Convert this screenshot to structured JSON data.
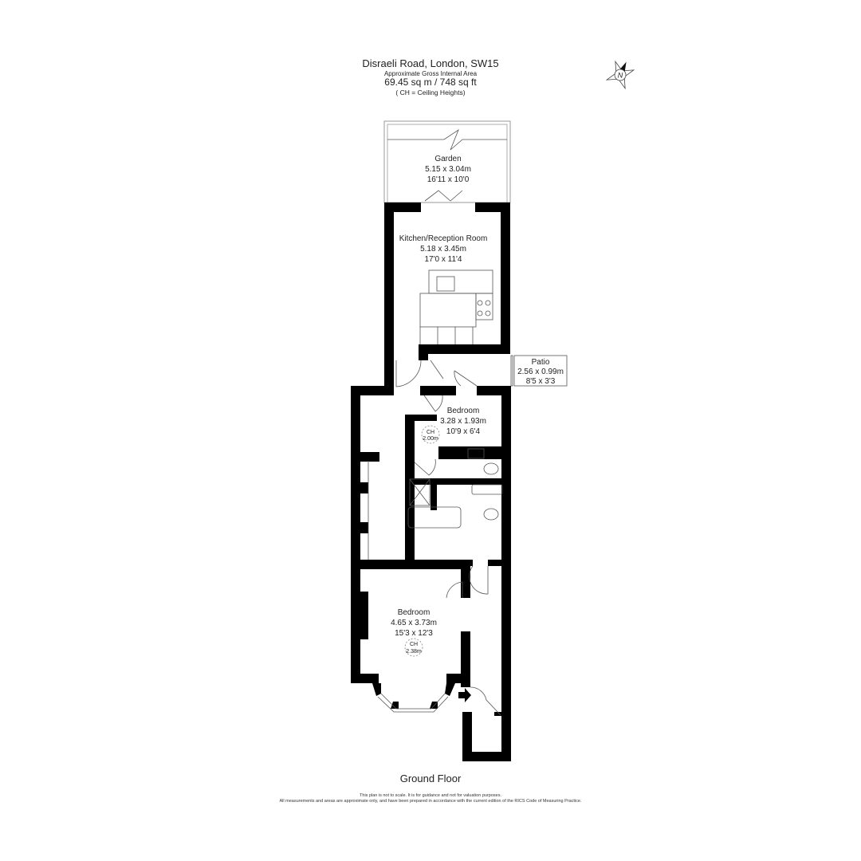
{
  "header": {
    "address": "Disraeli Road, London, SW15",
    "area_label": "Approximate Gross Internal Area",
    "area_value": "69.45 sq m / 748 sq ft",
    "ch_note": "( CH = Ceiling Heights)"
  },
  "compass": {
    "icon": "north-compass-icon",
    "label": "N"
  },
  "rooms": [
    {
      "name": "Garden",
      "metric": "5.15 x 3.04m",
      "imperial": "16'11 x 10'0"
    },
    {
      "name": "Kitchen/Reception Room",
      "metric": "5.18 x 3.45m",
      "imperial": "17'0 x 11'4"
    },
    {
      "name": "Patio",
      "metric": "2.56 x 0.99m",
      "imperial": "8'5 x 3'3"
    },
    {
      "name": "Bedroom",
      "metric": "3.28 x 1.93m",
      "imperial": "10'9 x 6'4",
      "ch_label": "CH",
      "ch_value": "2.00m"
    },
    {
      "name": "Bedroom",
      "metric": "4.65 x 3.73m",
      "imperial": "15'3 x 12'3",
      "ch_label": "CH",
      "ch_value": "2.38m"
    }
  ],
  "floor_label": "Ground Floor",
  "disclaimer": {
    "line1": "This plan is not to scale. It is for guidance and not for valuation purposes.",
    "line2": "All measurements and areas are approximate only, and have been prepared in accordance with the current edition of the RICS Code of Measuring Practice."
  },
  "colors": {
    "wall": "#000000",
    "line": "#555555",
    "background": "#ffffff"
  }
}
